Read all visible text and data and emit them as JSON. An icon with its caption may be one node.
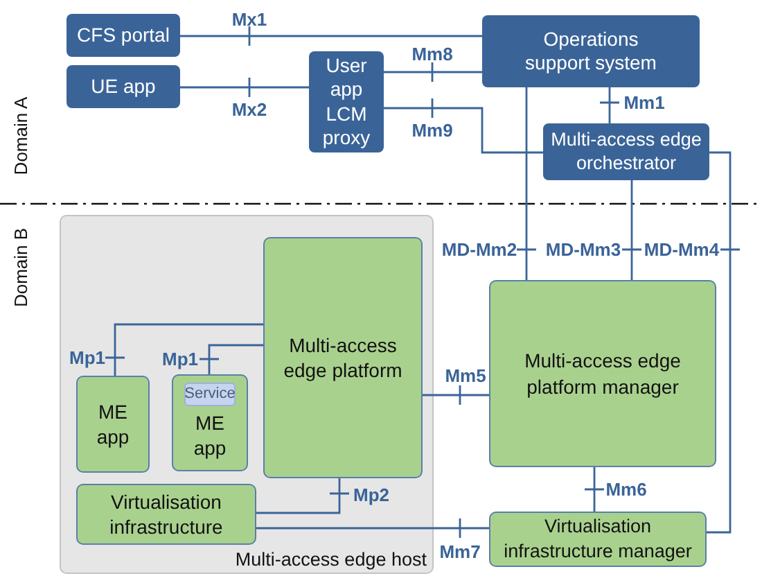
{
  "diagram": {
    "nodes": [
      {
        "text": [
          "CFS portal"
        ]
      },
      {
        "text": [
          "Operations support system"
        ]
      },
      {
        "text": [
          "UE app"
        ]
      },
      {
        "text": [
          "User app LCM proxy"
        ]
      },
      {
        "text": [
          "Multi-access edge orchestrator"
        ]
      },
      {
        "text": [
          "Multi-access edge host"
        ]
      },
      {
        "text": [
          "Multi-access edge platform"
        ],
        "in": 5
      },
      {
        "text": [
          "ME app"
        ],
        "in": 5
      },
      {
        "text": [
          "ME app"
        ],
        "in": 5
      },
      {
        "text": [
          "Service"
        ],
        "in": 8
      },
      {
        "text": [
          "Virtualisation infrastructure"
        ],
        "in": 5
      },
      {
        "text": [
          "Multi-access edge platform manager"
        ]
      },
      {
        "text": [
          "Virtualisation infrastructure manager"
        ]
      }
    ],
    "edges": [
      {
        "from": 0,
        "to": 1,
        "arrow": "none",
        "label": "Mx1"
      },
      {
        "from": 2,
        "to": 3,
        "arrow": "none",
        "label": "Mx2"
      },
      {
        "from": 3,
        "to": 1,
        "arrow": "none",
        "label": "Mm8"
      },
      {
        "from": 3,
        "to": 4,
        "arrow": "none",
        "label": "Mm9"
      },
      {
        "from": 1,
        "to": 4,
        "arrow": "none",
        "label": "Mm1"
      },
      {
        "from": 1,
        "to": 11,
        "arrow": "none",
        "label": "MD-Mm2"
      },
      {
        "from": 4,
        "to": 11,
        "arrow": "none",
        "label": "MD-Mm3"
      },
      {
        "from": 4,
        "to": 12,
        "arrow": "none",
        "label": "MD-Mm4"
      },
      {
        "from": 6,
        "to": 11,
        "arrow": "none",
        "label": "Mm5"
      },
      {
        "from": 11,
        "to": 12,
        "arrow": "none",
        "label": "Mm6"
      },
      {
        "from": 10,
        "to": 12,
        "arrow": "none",
        "label": "Mm7"
      },
      {
        "from": 10,
        "to": 6,
        "arrow": "none",
        "label": "Mp2"
      },
      {
        "from": 7,
        "to": 6,
        "arrow": "none",
        "label": "Mp1"
      },
      {
        "from": 8,
        "to": 6,
        "arrow": "none",
        "label": "Mp1"
      }
    ],
    "labels": [
      "Domain A",
      "Domain B"
    ]
  }
}
